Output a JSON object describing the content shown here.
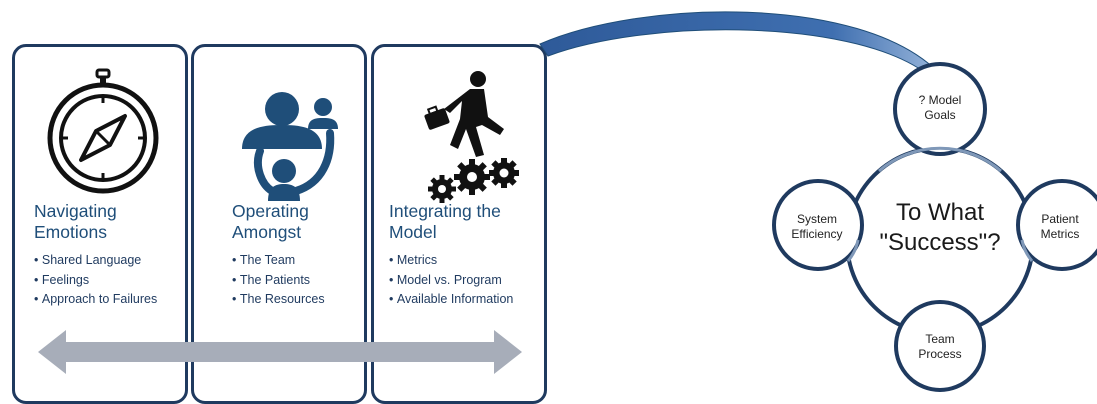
{
  "panels": [
    {
      "icon": "compass-icon",
      "title": "Navigating\nEmotions",
      "items": [
        "Shared Language",
        "Feelings",
        "Approach to Failures"
      ]
    },
    {
      "icon": "people-group-icon",
      "title": "Operating\nAmongst",
      "items": [
        "The Team",
        "The Patients",
        "The Resources"
      ]
    },
    {
      "icon": "businessman-gears-icon",
      "title": "Integrating the\nModel",
      "items": [
        "Metrics",
        "Model vs. Program",
        "Available Information"
      ]
    }
  ],
  "cycle": {
    "center": "To What\n\"Success\"?",
    "top": "? Model\nGoals",
    "left": "System\nEfficiency",
    "right": "Patient\nMetrics",
    "bottom": "Team\nProcess"
  },
  "colors": {
    "panel_border": "#1f3a5f",
    "title_text": "#1f4e79",
    "circle_stroke": "#1f3a5f",
    "arrow_dark": "#2e5a99",
    "arrow_light": "#8fb0d8",
    "double_arrow": "#a7adb9"
  }
}
